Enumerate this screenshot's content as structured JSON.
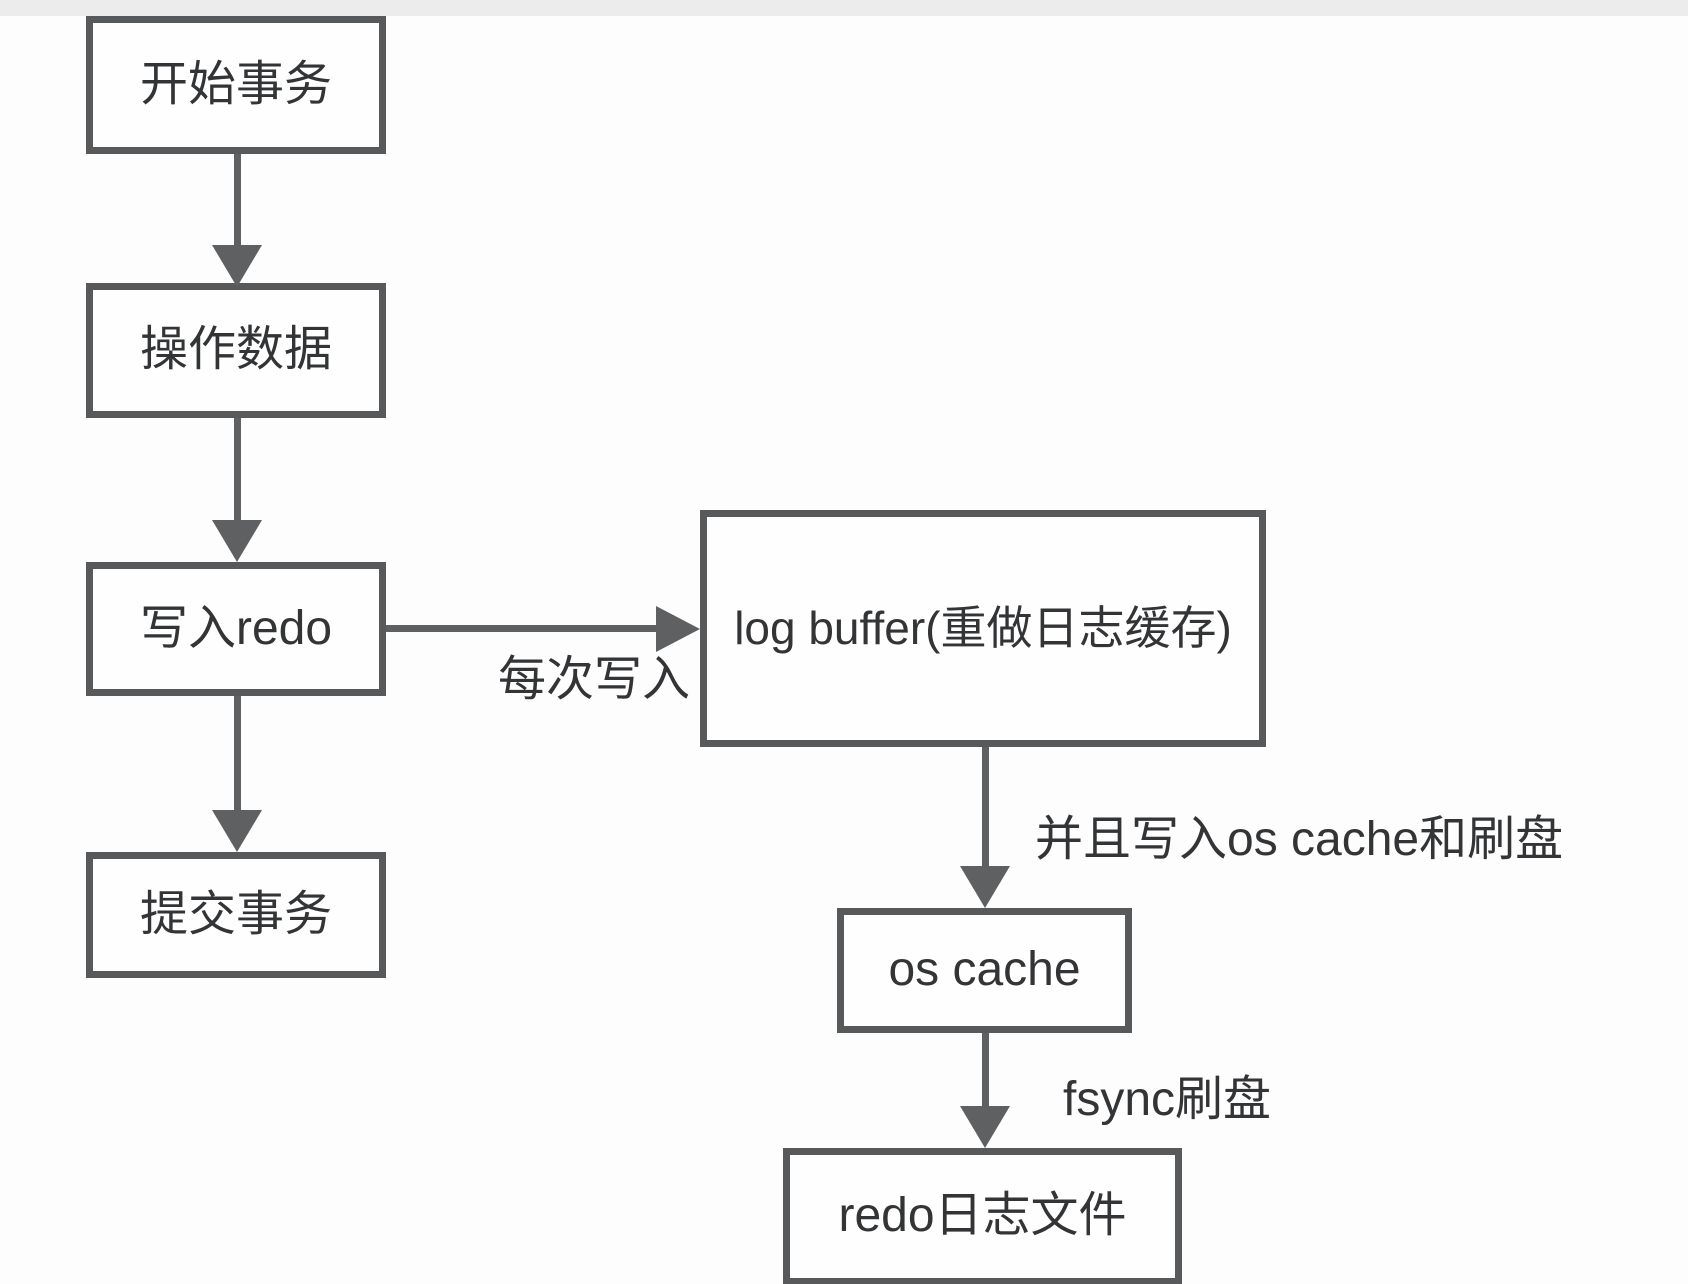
{
  "diagram": {
    "nodes": {
      "start": "开始事务",
      "operate": "操作数据",
      "write_redo": "写入redo",
      "commit": "提交事务",
      "log_buffer": "log buffer(重做日志缓存)",
      "os_cache": "os cache",
      "redo_file": "redo日志文件"
    },
    "edge_labels": {
      "every_write": "每次写入",
      "write_os_cache_and_flush": "并且写入os cache和刷盘",
      "fsync_flush": "fsync刷盘"
    },
    "colors": {
      "box_border": "#58595b",
      "arrow": "#5f6062",
      "text": "#333436",
      "background": "#fdfdfd",
      "top_strip": "#ececec"
    }
  }
}
